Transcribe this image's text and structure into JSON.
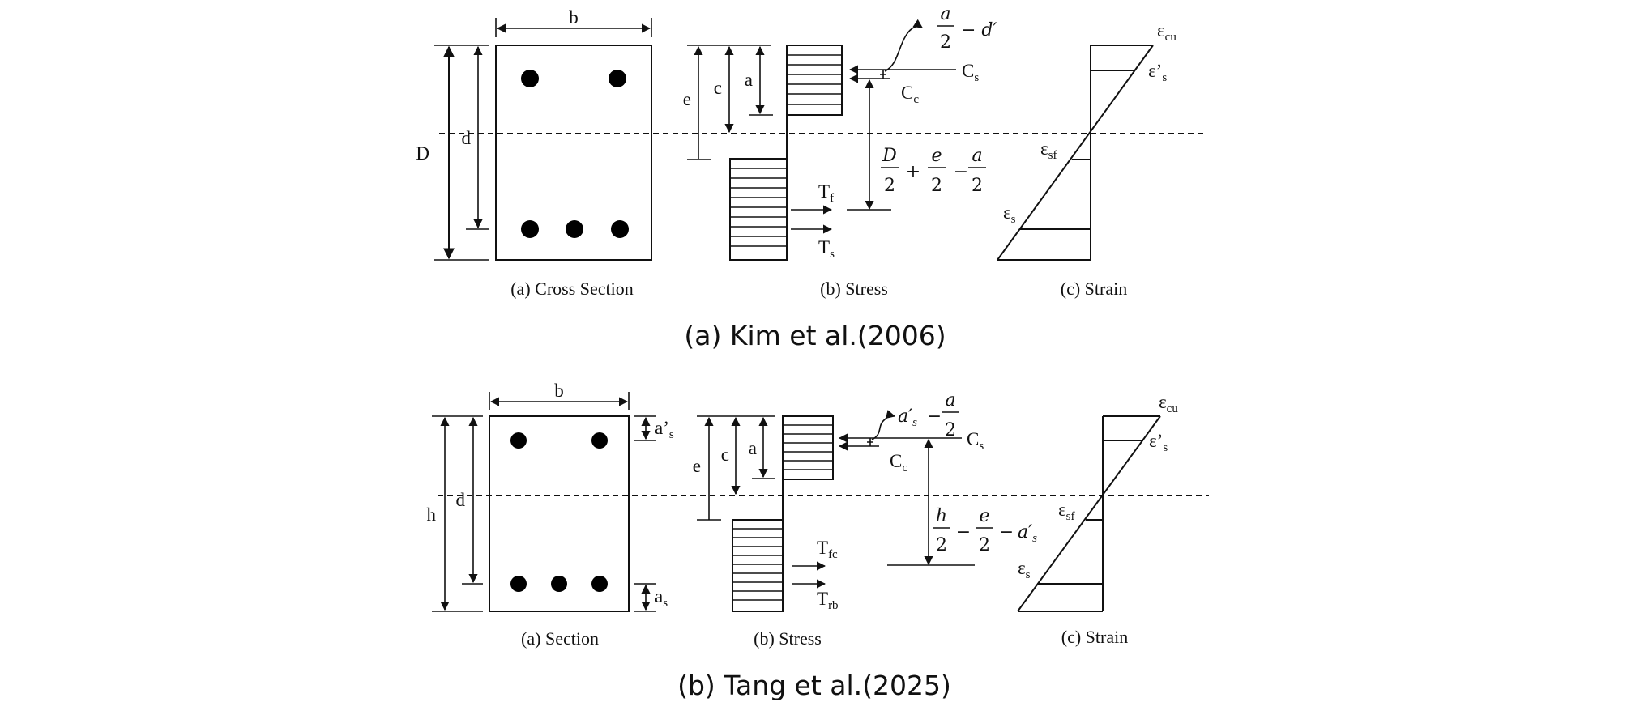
{
  "panel_a": {
    "title": "(a) Kim et al.(2006)",
    "captions": {
      "section": "(a) Cross Section",
      "stress": "(b) Stress",
      "strain": "(c) Strain"
    },
    "dims": {
      "b": "b",
      "D": "D",
      "d": "d",
      "e": "e",
      "c": "c",
      "a": "a"
    },
    "forces": {
      "Cs": "C",
      "Cs_sub": "s",
      "Cc": "C",
      "Cc_sub": "c",
      "Tf": "T",
      "Tf_sub": "f",
      "Ts": "T",
      "Ts_sub": "s"
    },
    "lever_top": {
      "num": "a",
      "den": "2",
      "rest": "− d′"
    },
    "lever_main": {
      "t1_num": "D",
      "t1_den": "2",
      "op1": "+",
      "t2_num": "e",
      "t2_den": "2",
      "op2": "−",
      "t3_num": "a",
      "t3_den": "2"
    },
    "strain": {
      "ecu": "ε",
      "ecu_sub": "cu",
      "es_prime": "ε’",
      "es_prime_sub": "s",
      "esf": "ε",
      "esf_sub": "sf",
      "es": "ε",
      "es_sub": "s"
    }
  },
  "panel_b": {
    "title": "(b) Tang et al.(2025)",
    "captions": {
      "section": "(a) Section",
      "stress": "(b) Stress",
      "strain": "(c) Strain"
    },
    "dims": {
      "b": "b",
      "h": "h",
      "d": "d",
      "e": "e",
      "c": "c",
      "a": "a",
      "as_top": "a’",
      "as_top_sub": "s",
      "as_bot": "a",
      "as_bot_sub": "s"
    },
    "forces": {
      "Cs": "C",
      "Cs_sub": "s",
      "Cc": "C",
      "Cc_sub": "c",
      "Tfc": "T",
      "Tfc_sub": "fc",
      "Trb": "T",
      "Trb_sub": "rb"
    },
    "lever_top": {
      "t1": "a′",
      "t1_sub": "s",
      "op": "−",
      "num": "a",
      "den": "2"
    },
    "lever_main": {
      "t1_num": "h",
      "t1_den": "2",
      "op1": "−",
      "t2_num": "e",
      "t2_den": "2",
      "op2": "−",
      "t3": "a′",
      "t3_sub": "s"
    },
    "strain": {
      "ecu": "ε",
      "ecu_sub": "cu",
      "es_prime": "ε’",
      "es_prime_sub": "s",
      "esf": "ε",
      "esf_sub": "sf",
      "es": "ε",
      "es_sub": "s"
    }
  }
}
